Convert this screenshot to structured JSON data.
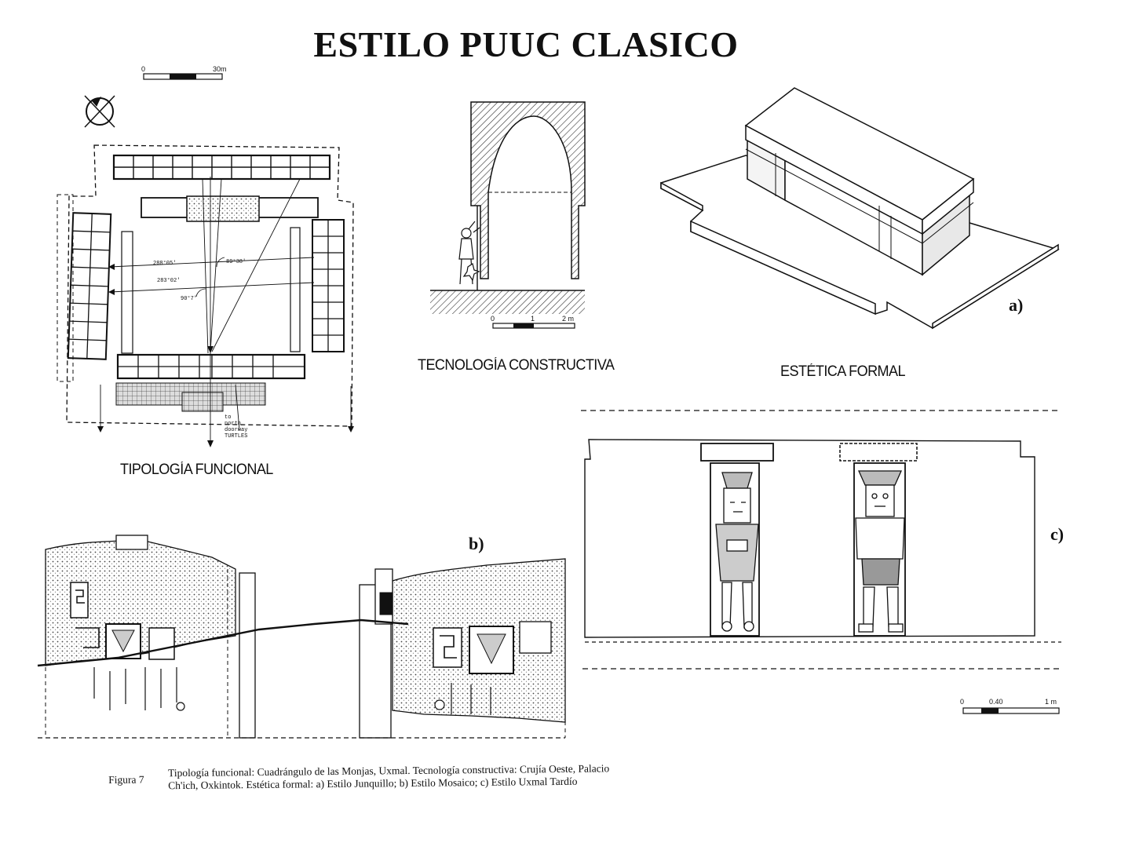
{
  "title": "ESTILO PUUC CLASICO",
  "sections": {
    "tipologia": "TIPOLOGÍA FUNCIONAL",
    "tecnologia": "TECNOLOGÍA CONSTRUCTIVA",
    "estetica": "ESTÉTICA FORMAL"
  },
  "labels": {
    "a": "a)",
    "b": "b)",
    "c": "c)"
  },
  "scales": {
    "plan": {
      "zero": "0",
      "end": "30m"
    },
    "section": {
      "zero": "0",
      "mid": "1",
      "end": "2 m"
    },
    "elevation": {
      "zero": "0",
      "mid": "0.40",
      "end": "1 m"
    }
  },
  "plan_annotations": {
    "bearing_1": "288°05'",
    "bearing_2": "283°02'",
    "angle_1": "89°38'",
    "angle_2": "90°7'",
    "note_to": "to",
    "note_north": "north",
    "note_doorway": "doorway",
    "note_turtles": "TURTLES"
  },
  "caption": {
    "number": "Figura 7",
    "line1": "Tipología funcional: Cuadrángulo de las Monjas, Uxmal.  Tecnología constructiva: Crujía Oeste, Palacio",
    "line2": "Ch'ich, Oxkintok.  Estética formal: a) Estilo Junquillo; b) Estilo Mosaico; c) Estilo Uxmal Tardío"
  }
}
